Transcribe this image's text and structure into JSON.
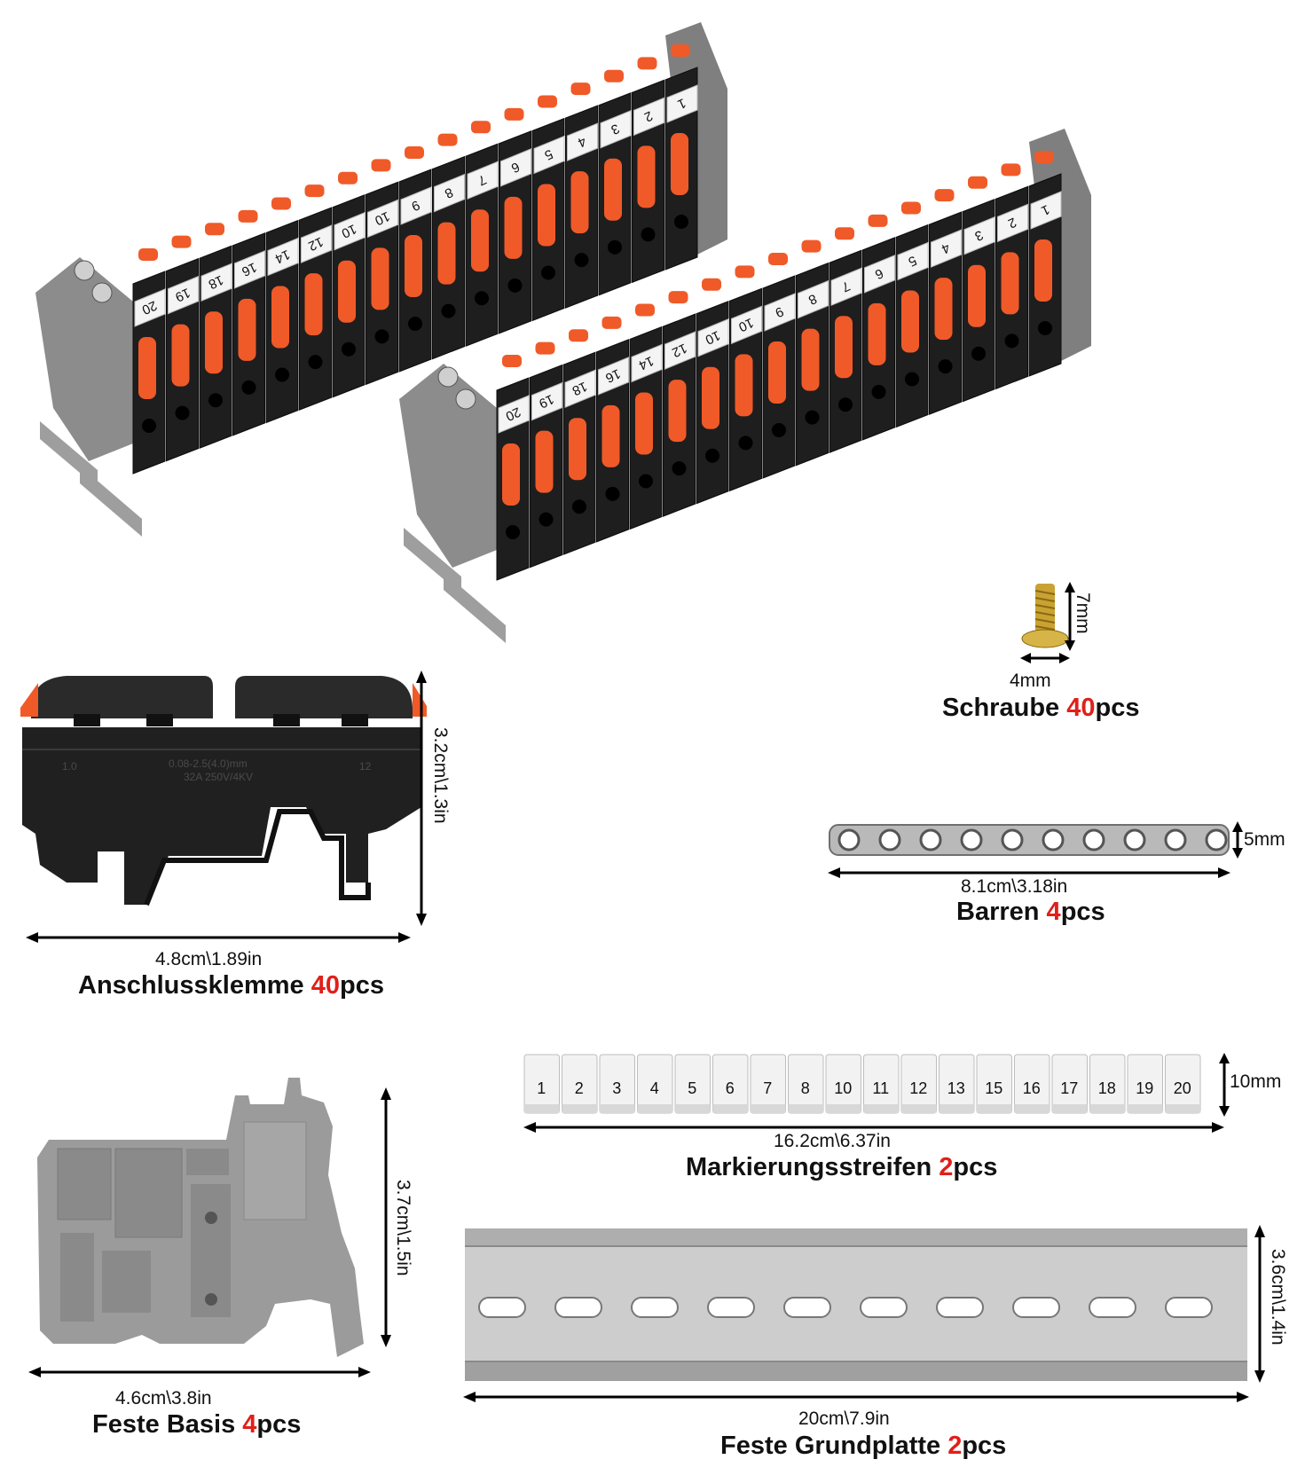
{
  "schraube": {
    "dim_w": "4mm",
    "dim_h": "7mm",
    "name": "Schraube ",
    "qty": "40",
    "unit": "pcs"
  },
  "barren": {
    "dim_w": "8.1cm\\3.18in",
    "dim_h": "5mm",
    "name": "Barren ",
    "qty": "4",
    "unit": "pcs"
  },
  "klemme": {
    "dim_w": "4.8cm\\1.89in",
    "dim_h": "3.2cm\\1.3in",
    "name": "Anschlussklemme ",
    "qty": "40",
    "unit": "pcs",
    "marks_left": "1.0",
    "marks_right": "12",
    "spec1": "0.08-2.5(4.0)mm",
    "spec2": "32A 250V/4KV"
  },
  "basis": {
    "dim_w": "4.6cm\\3.8in",
    "dim_h": "3.7cm\\1.5in",
    "name": "Feste Basis ",
    "qty": "4",
    "unit": "pcs"
  },
  "streifen": {
    "dim_w": "16.2cm\\6.37in",
    "dim_h": "10mm",
    "name": "Markierungsstreifen ",
    "qty": "2",
    "unit": "pcs",
    "labels": [
      "1",
      "2",
      "3",
      "4",
      "5",
      "6",
      "7",
      "8",
      "10",
      "11",
      "12",
      "13",
      "15",
      "16",
      "17",
      "18",
      "19",
      "20"
    ]
  },
  "grundplatte": {
    "dim_w": "20cm\\7.9in",
    "dim_h": "3.6cm\\1.4in",
    "name": "Feste Grundplatte ",
    "qty": "2",
    "unit": "pcs"
  },
  "assembly_labels": [
    "1",
    "2",
    "3",
    "4",
    "5",
    "6",
    "7",
    "8",
    "9",
    "10",
    "10",
    "12",
    "14",
    "16",
    "18",
    "19",
    "20"
  ],
  "colors": {
    "accent": "#e0201a",
    "orange": "#f05a28",
    "terminal": "#1e1e1e",
    "grey": "#8c8c8c",
    "rail": "#c8c8c8"
  }
}
